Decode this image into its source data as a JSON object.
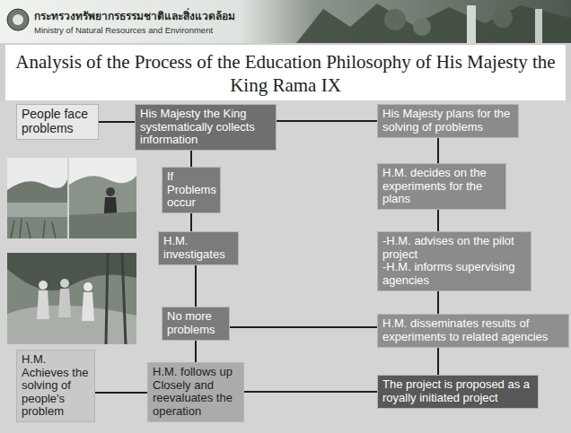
{
  "diagram": {
    "title": "Analysis of the Process of the Education Philosophy of His Majesty the King Rama IX",
    "nodes": [
      {
        "text": [
          "People face problems"
        ]
      },
      {
        "text": [
          "His Majesty the King systematically collects information"
        ]
      },
      {
        "text": [
          "His Majesty plans for the solving of problems"
        ]
      },
      {
        "text": [
          "If Problems occur"
        ]
      },
      {
        "text": [
          "H.M. investigates"
        ]
      },
      {
        "text": [
          "H.M. decides on the experiments for the plans"
        ]
      },
      {
        "text": [
          "-H.M. advises on the pilot project",
          "-H.M. informs supervising agencies"
        ]
      },
      {
        "text": [
          "No more problems"
        ]
      },
      {
        "text": [
          "H.M. disseminates results of experiments to related agencies"
        ]
      },
      {
        "text": [
          "H.M. Achieves the solving of people's problem"
        ]
      },
      {
        "text": [
          "H.M. follows up Closely and reevaluates the operation"
        ]
      },
      {
        "text": [
          "The project is proposed as a royally initiated project"
        ]
      }
    ],
    "edges": [
      {
        "from": 0,
        "to": 1,
        "arrow": "none"
      },
      {
        "from": 1,
        "to": 2,
        "arrow": "none"
      },
      {
        "from": 1,
        "to": 3,
        "arrow": "none"
      },
      {
        "from": 3,
        "to": 4,
        "arrow": "none"
      },
      {
        "from": 4,
        "to": 7,
        "arrow": "none"
      },
      {
        "from": 7,
        "to": 10,
        "arrow": "none"
      },
      {
        "from": 10,
        "to": 9,
        "arrow": "none"
      },
      {
        "from": 2,
        "to": 5,
        "arrow": "none"
      },
      {
        "from": 5,
        "to": 6,
        "arrow": "none"
      },
      {
        "from": 6,
        "to": 8,
        "arrow": "none"
      },
      {
        "from": 8,
        "to": 7,
        "arrow": "none"
      },
      {
        "from": 8,
        "to": 11,
        "arrow": "none"
      },
      {
        "from": 10,
        "to": 11,
        "arrow": "none"
      }
    ],
    "labels": [
      "กระทรวงทรัพยากรธรรมชาติและสิ่งแวดล้อม",
      "Ministry of Natural Resources and Environment"
    ]
  }
}
